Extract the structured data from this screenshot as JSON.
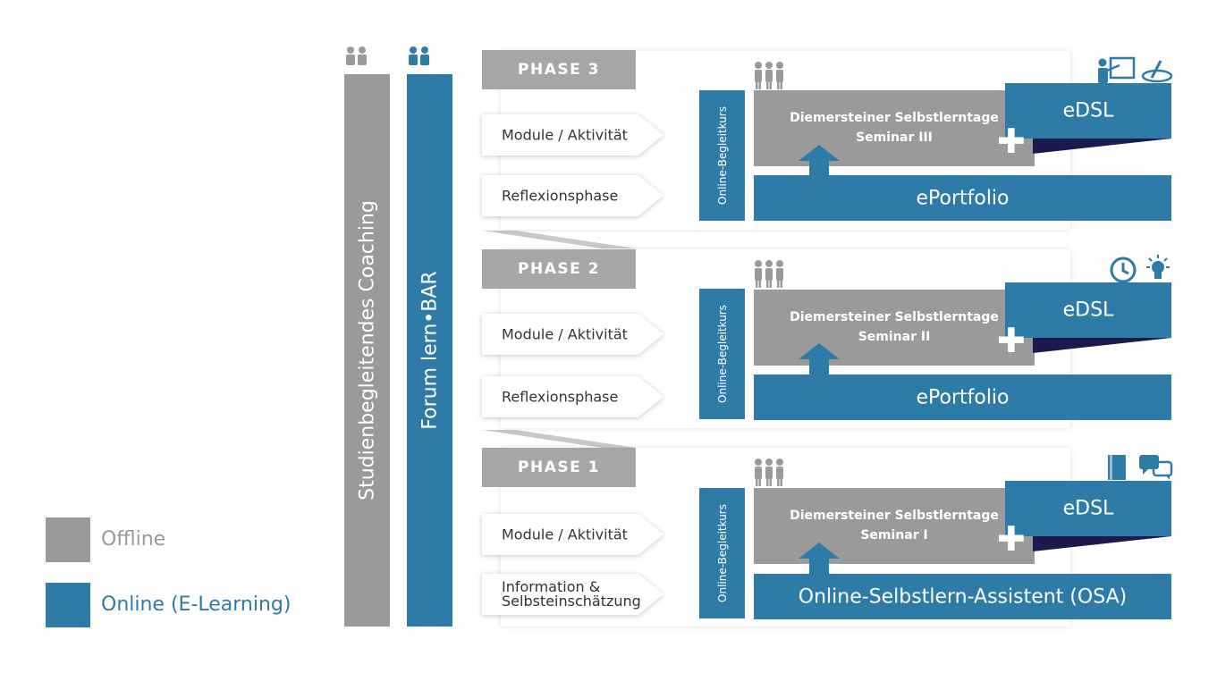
{
  "legend": {
    "offline": "Offline",
    "online": "Online (E-Learning)"
  },
  "columns": {
    "coaching": "Studienbegleitendes Coaching",
    "forum": "Forum lern•BAR"
  },
  "colors": {
    "offline_gray": "#9a9a9a",
    "online_blue": "#2e7ba7",
    "shadow_navy": "#1a1a4e"
  },
  "phases": [
    {
      "label": "PHASE 3",
      "module": "Module / Aktivität",
      "step2": "Reflexionsphase",
      "begleitkurs": "Online-Begleitkurs",
      "seminar_line1": "Diemersteiner Selbstlerntage",
      "seminar_line2": "Seminar III",
      "edsl": "eDSL",
      "bottom": "ePortfolio",
      "icons": [
        "presentation-icon",
        "drawing-icon"
      ]
    },
    {
      "label": "PHASE 2",
      "module": "Module / Aktivität",
      "step2": "Reflexionsphase",
      "begleitkurs": "Online-Begleitkurs",
      "seminar_line1": "Diemersteiner Selbstlerntage",
      "seminar_line2": "Seminar II",
      "edsl": "eDSL",
      "bottom": "ePortfolio",
      "icons": [
        "clock-icon",
        "lightbulb-icon"
      ]
    },
    {
      "label": "PHASE 1",
      "module": "Module / Aktivität",
      "step2_line1": "Information &",
      "step2_line2": "Selbsteinschätzung",
      "begleitkurs": "Online-Begleitkurs",
      "seminar_line1": "Diemersteiner Selbstlerntage",
      "seminar_line2": "Seminar I",
      "edsl": "eDSL",
      "bottom": "Online-Selbstlern-Assistent (OSA)",
      "icons": [
        "book-icon",
        "chat-icon"
      ]
    }
  ]
}
